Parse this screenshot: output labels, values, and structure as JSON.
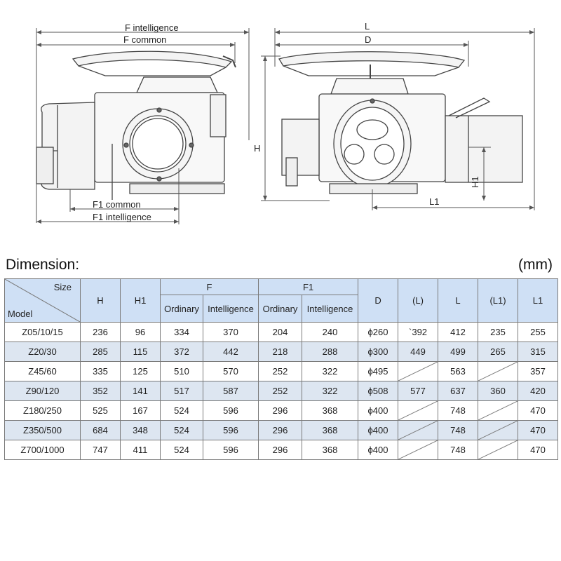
{
  "drawing": {
    "left_view": {
      "labels": [
        "F intelligence",
        "F common",
        "F1 common",
        "F1 intelligence"
      ]
    },
    "right_view": {
      "labels": [
        "L",
        "D",
        "H",
        "H1",
        "L1"
      ]
    }
  },
  "section": {
    "title": "Dimension:",
    "unit": "(mm)"
  },
  "table": {
    "header": {
      "size": "Size",
      "model": "Model",
      "H": "H",
      "H1": "H1",
      "F": "F",
      "F1": "F1",
      "D": "D",
      "Lp": "(L)",
      "L": "L",
      "L1p": "(L1)",
      "L1": "L1",
      "ordinary": "Ordinary",
      "intelligence": "Intelligence"
    },
    "rows": [
      {
        "model": "Z05/10/15",
        "H": "236",
        "H1": "96",
        "F_ord": "334",
        "F_int": "370",
        "F1_ord": "204",
        "F1_int": "240",
        "D": "ϕ260",
        "Lp": "`392",
        "L": "412",
        "L1p": "235",
        "L1": "255"
      },
      {
        "model": "Z20/30",
        "H": "285",
        "H1": "115",
        "F_ord": "372",
        "F_int": "442",
        "F1_ord": "218",
        "F1_int": "288",
        "D": "ϕ300",
        "Lp": "449",
        "L": "499",
        "L1p": "265",
        "L1": "315"
      },
      {
        "model": "Z45/60",
        "H": "335",
        "H1": "125",
        "F_ord": "510",
        "F_int": "570",
        "F1_ord": "252",
        "F1_int": "322",
        "D": "ϕ495",
        "Lp": "",
        "L": "563",
        "L1p": "",
        "L1": "357"
      },
      {
        "model": "Z90/120",
        "H": "352",
        "H1": "141",
        "F_ord": "517",
        "F_int": "587",
        "F1_ord": "252",
        "F1_int": "322",
        "D": "ϕ508",
        "Lp": "577",
        "L": "637",
        "L1p": "360",
        "L1": "420"
      },
      {
        "model": "Z180/250",
        "H": "525",
        "H1": "167",
        "F_ord": "524",
        "F_int": "596",
        "F1_ord": "296",
        "F1_int": "368",
        "D": "ϕ400",
        "Lp": "",
        "L": "748",
        "L1p": "",
        "L1": "470"
      },
      {
        "model": "Z350/500",
        "H": "684",
        "H1": "348",
        "F_ord": "524",
        "F_int": "596",
        "F1_ord": "296",
        "F1_int": "368",
        "D": "ϕ400",
        "Lp": "",
        "L": "748",
        "L1p": "",
        "L1": "470"
      },
      {
        "model": "Z700/1000",
        "H": "747",
        "H1": "411",
        "F_ord": "524",
        "F_int": "596",
        "F1_ord": "296",
        "F1_int": "368",
        "D": "ϕ400",
        "Lp": "",
        "L": "748",
        "L1p": "",
        "L1": "470"
      }
    ]
  }
}
